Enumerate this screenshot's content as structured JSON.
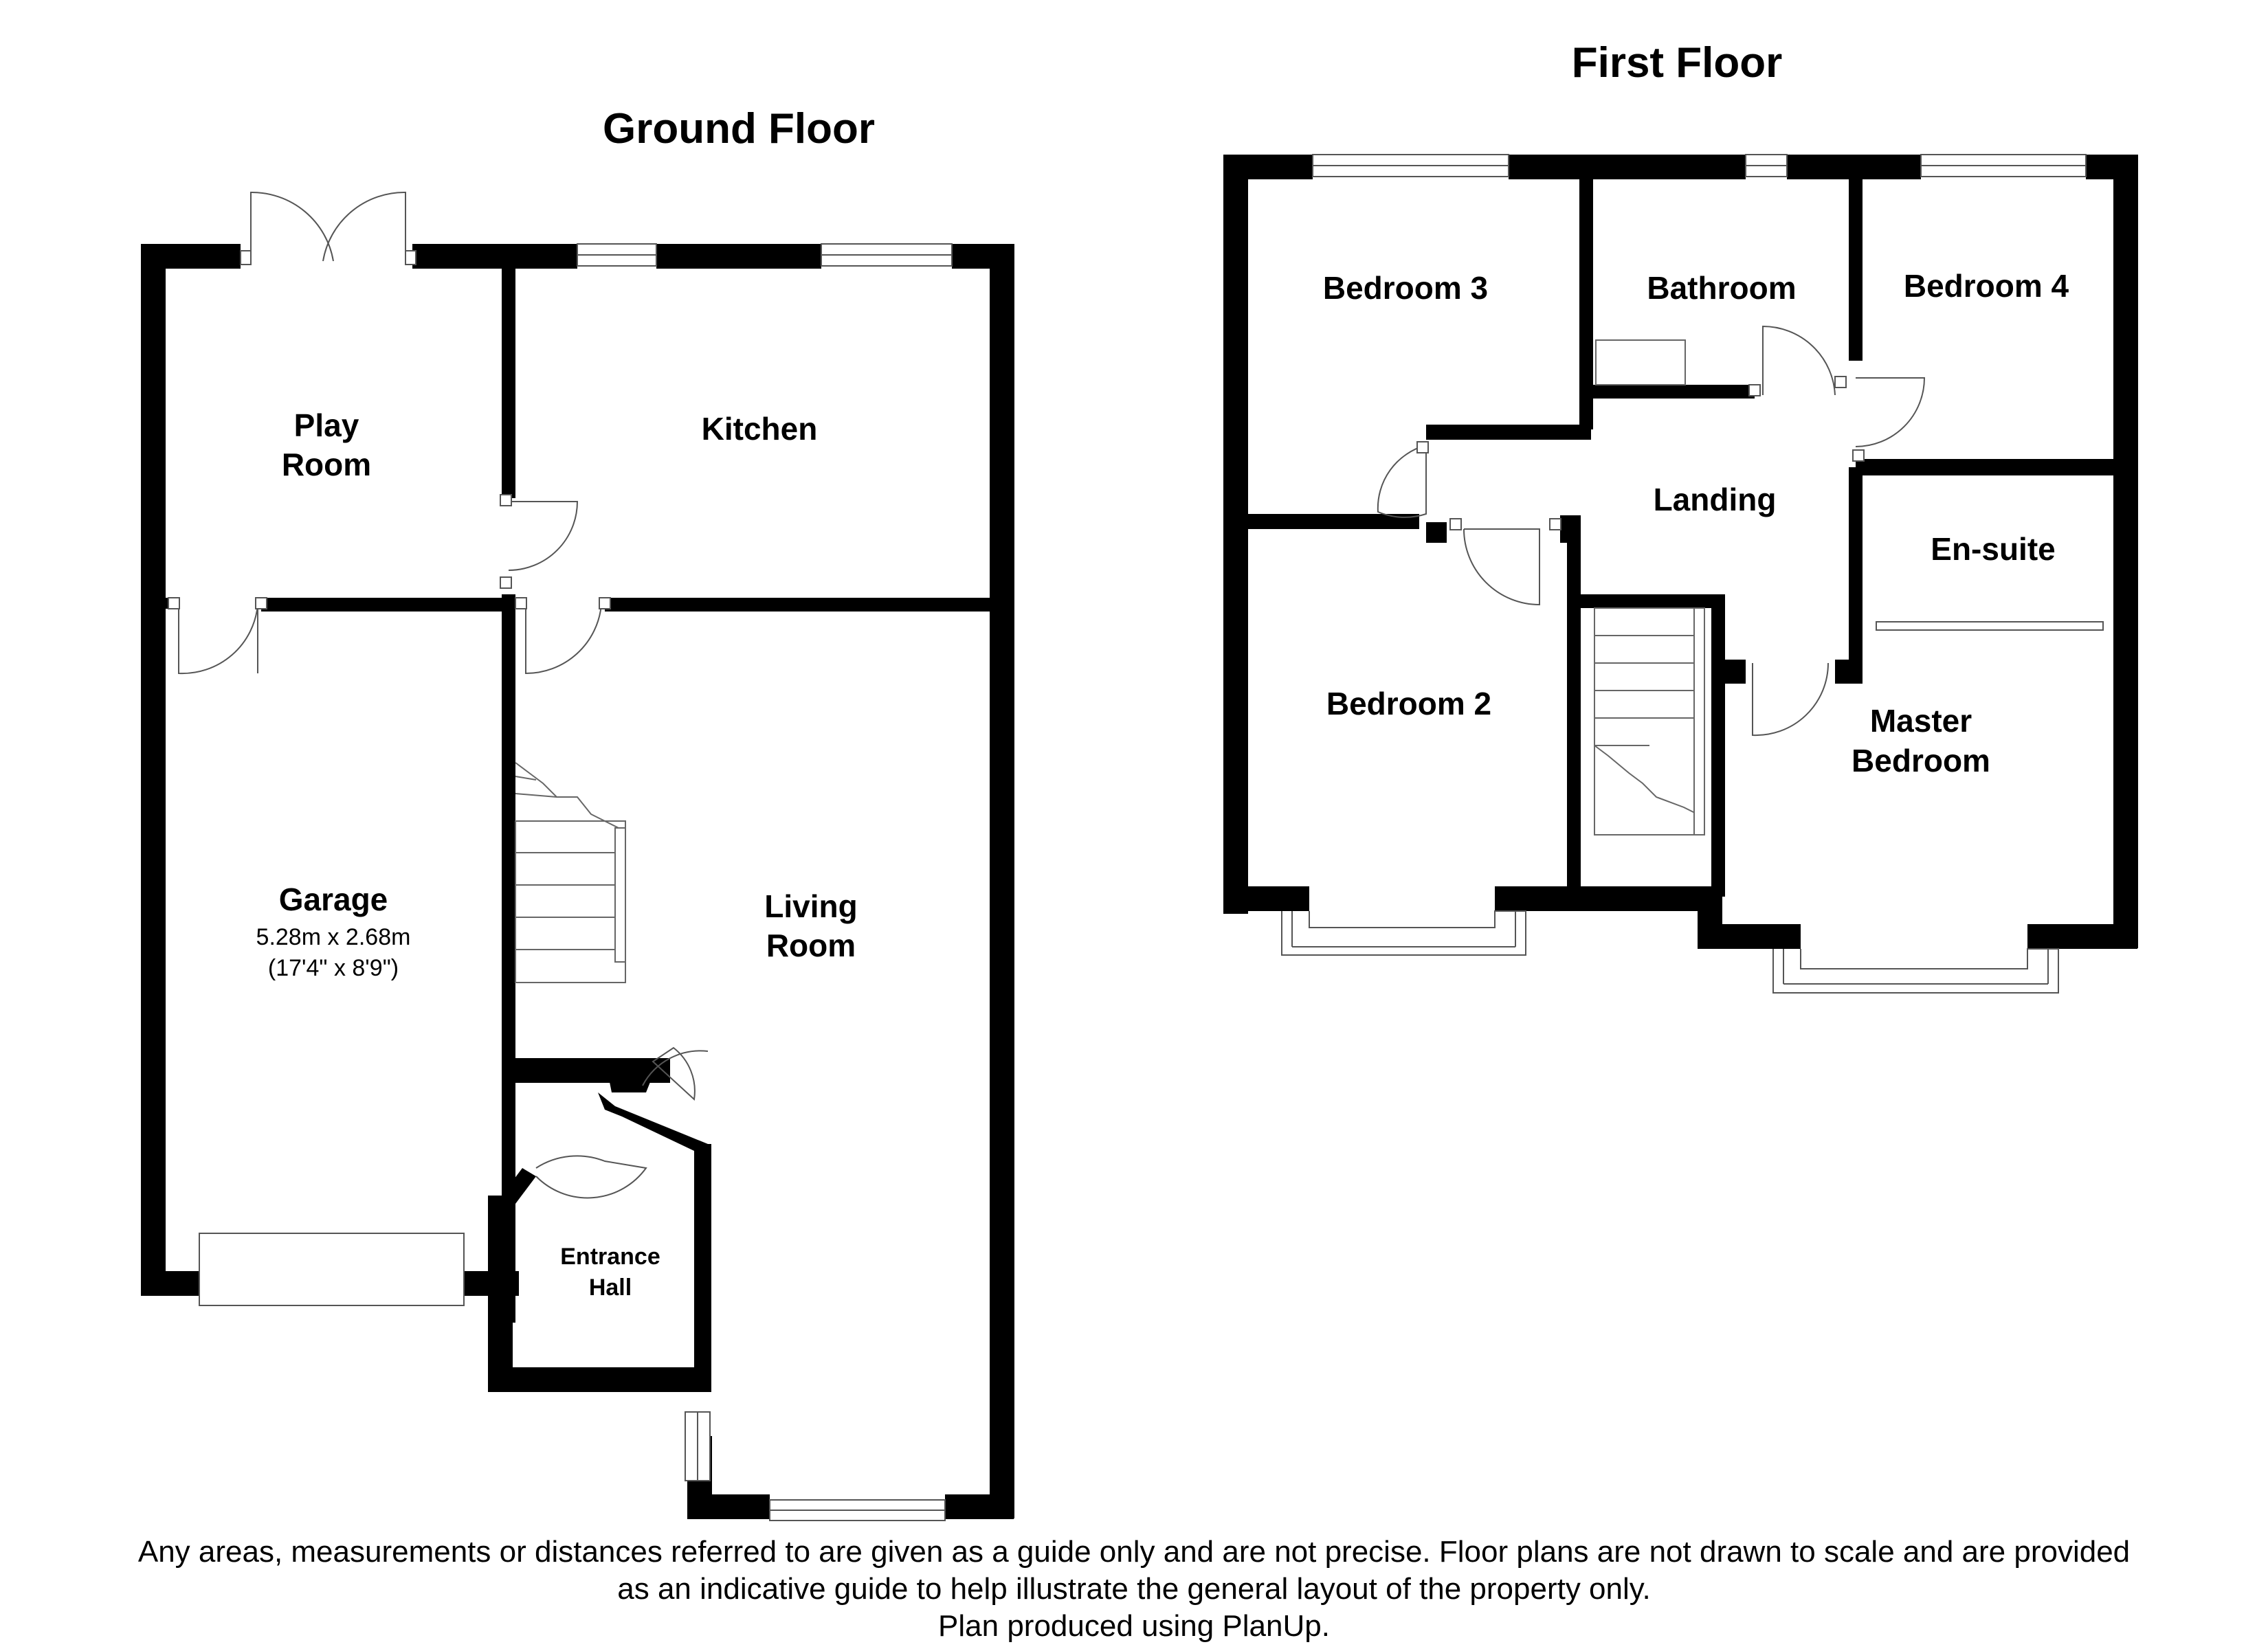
{
  "ground_floor": {
    "title": "Ground Floor",
    "rooms": {
      "play_room": [
        "Play",
        "Room"
      ],
      "kitchen": "Kitchen",
      "garage": "Garage",
      "garage_dim_metric": "5.28m x 2.68m",
      "garage_dim_imperial": "(17'4\" x 8'9\")",
      "living_room": [
        "Living",
        "Room"
      ],
      "entrance_hall": [
        "Entrance",
        "Hall"
      ]
    }
  },
  "first_floor": {
    "title": "First Floor",
    "rooms": {
      "bedroom3": "Bedroom 3",
      "bathroom": "Bathroom",
      "bedroom4": "Bedroom 4",
      "landing": "Landing",
      "ensuite": "En-suite",
      "bedroom2": "Bedroom 2",
      "master_bedroom": [
        "Master",
        "Bedroom"
      ]
    }
  },
  "disclaimer": [
    "Any areas, measurements or distances referred to are given as a guide only and are not precise. Floor plans are not drawn to scale and are provided",
    "as an indicative guide to help illustrate the general layout of the property only.",
    "Plan produced using PlanUp."
  ]
}
